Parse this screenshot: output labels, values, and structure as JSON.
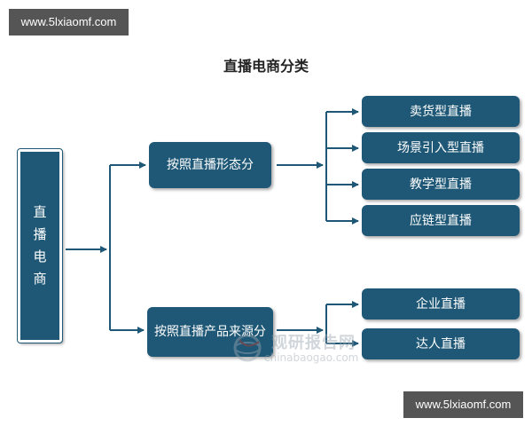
{
  "watermark": {
    "top": "www.5lxiaomf.com",
    "bottom": "www.5lxiaomf.com"
  },
  "title": "直播电商分类",
  "root": {
    "label": "直播电商",
    "chars": [
      "直",
      "播",
      "电",
      "商"
    ]
  },
  "categories": [
    {
      "label": "按照直播形态分",
      "children": [
        "卖货型直播",
        "场景引入型直播",
        "教学型直播",
        "应链型直播"
      ]
    },
    {
      "label": "按照直播产品来源分",
      "children": [
        "企业直播",
        "达人直播"
      ]
    }
  ],
  "logo": {
    "text_cn": "观研报告网",
    "text_en": "chinabaogao.com"
  },
  "colors": {
    "box": "#1f5876",
    "line": "#1f5876"
  }
}
